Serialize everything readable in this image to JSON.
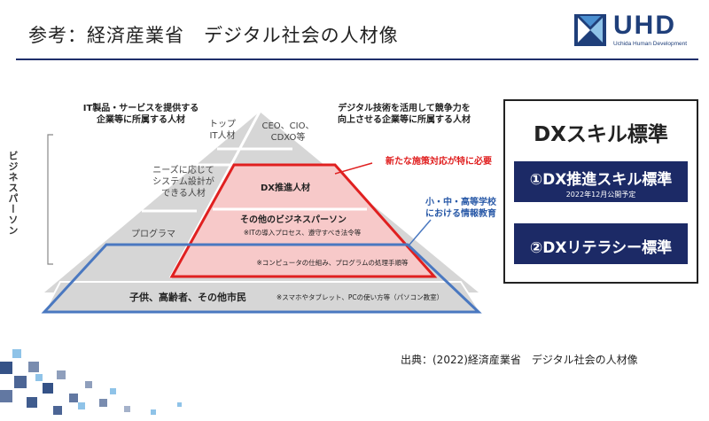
{
  "header": {
    "title": "参考：経済産業省　デジタル社会の人材像",
    "logo_word": "UHD",
    "logo_sub": "Uchida Human Development"
  },
  "diagram": {
    "side_label": "ビジネスパーソン",
    "left_caption": "IT製品・サービスを提供する\n企業等に所属する人材",
    "right_caption": "デジタル技術を活用して競争力を\n向上させる企業等に所属する人材",
    "top_it": "トップ\nIT人材",
    "ceo": "CEO、CIO、\nCDXO等",
    "needs": "ニーズに応じて\nシステム設計が\nできる人材",
    "programmer": "プログラマ",
    "dx_talent": "DX推進人材",
    "other_business": "その他のビジネスパーソン",
    "other_business_note": "※ITの導入プロセス、遵守すべき法令等",
    "computer_note": "※コンピュータの仕組み、プログラムの処理手順等",
    "citizens": "子供、高齢者、その他市民",
    "citizens_note": "※スマホやタブレット、PCの使い方等（パソコン教室）",
    "new_measures": "新たな施策対応が特に必要",
    "school": "小・中・高等学校\nにおける情報教育"
  },
  "dx_panel": {
    "title": "DXスキル標準",
    "box1_label": "①DX推進スキル標準",
    "box1_sub": "2022年12月公開予定",
    "box2_label": "②DXリテラシー標準"
  },
  "source": "出典：(2022)経済産業省　デジタル社会の人材像",
  "colors": {
    "navy": "#1c2a66",
    "red": "#e02020",
    "blue": "#4a78c0",
    "gray": "#d6d6d6",
    "pink": "#f7c9c9"
  }
}
